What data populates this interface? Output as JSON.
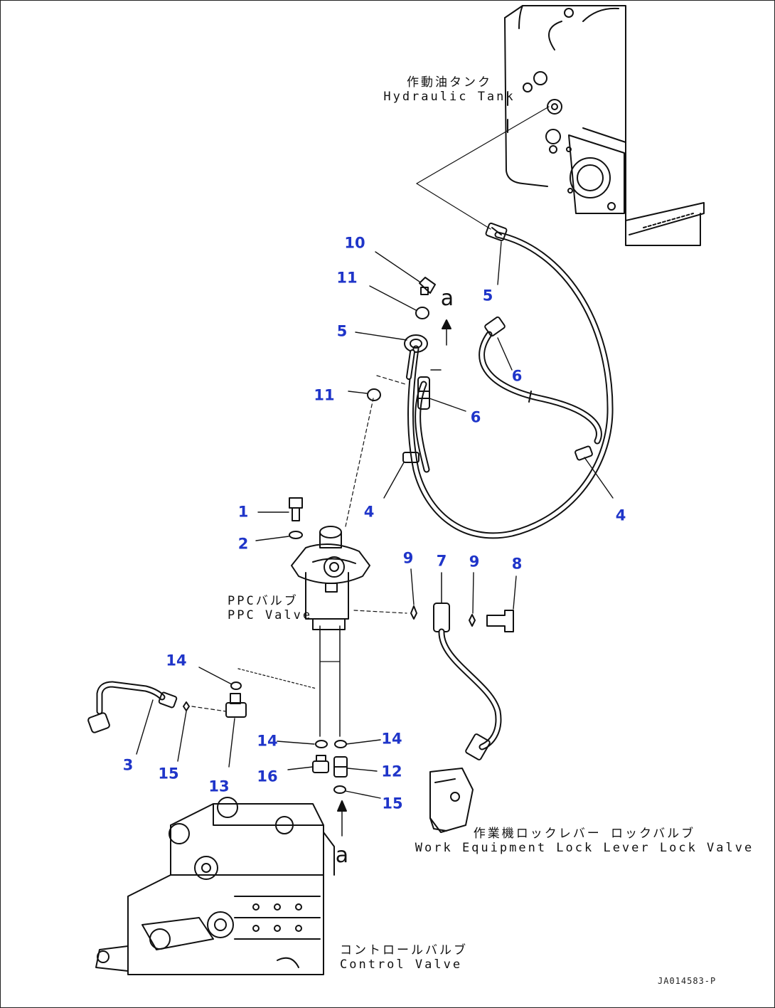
{
  "labels": {
    "hydraulic_tank": {
      "jp": "作動油タンク",
      "en": "Hydraulic Tank"
    },
    "ppc_valve": {
      "jp": "PPCバルブ",
      "en": "PPC Valve"
    },
    "lock_valve": {
      "jp": "作業機ロックレバー ロックバルブ",
      "en": "Work Equipment Lock Lever Lock Valve"
    },
    "control_valve": {
      "jp": "コントロールバルブ",
      "en": "Control Valve"
    }
  },
  "reference_letter": "a",
  "figure_id": "JA014583-P",
  "callouts": [
    "10",
    "11",
    "5",
    "5",
    "11",
    "6",
    "6",
    "1",
    "2",
    "4",
    "4",
    "9",
    "7",
    "9",
    "8",
    "14",
    "3",
    "15",
    "13",
    "14",
    "14",
    "16",
    "12",
    "15"
  ]
}
